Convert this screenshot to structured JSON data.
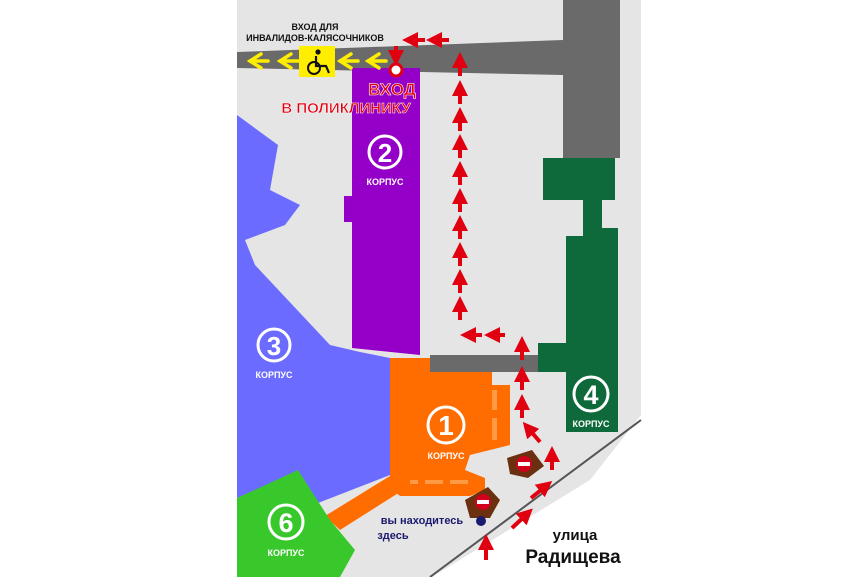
{
  "map": {
    "accessible_entrance": {
      "line1": "ВХОД ДЛЯ",
      "line2": "ИНВАЛИДОВ-КАЛЯСОЧНИКОВ",
      "icon": "wheelchair-icon"
    },
    "clinic_entrance": {
      "line1": "ВХОД",
      "line2": "В ПОЛИКЛИНИКУ"
    },
    "buildings": [
      {
        "number": "1",
        "label": "КОРПУС",
        "color": "#ff6d00"
      },
      {
        "number": "2",
        "label": "КОРПУС",
        "color": "#9500c8"
      },
      {
        "number": "3",
        "label": "КОРПУС",
        "color": "#6b6bff"
      },
      {
        "number": "4",
        "label": "КОРПУС",
        "color": "#0e6a3a"
      },
      {
        "number": "6",
        "label": "КОРПУС",
        "color": "#39c82c"
      }
    ],
    "you_are_here": {
      "line1": "вы находитесь",
      "line2": "здесь"
    },
    "street": {
      "line1": "улица",
      "line2": "Радищева"
    },
    "colors": {
      "background": "#e5e5e5",
      "corridor": "#6a6a6a",
      "route_arrow": "#e00010",
      "accessible_arrow": "#ffee00",
      "no_entry_sign": "#d0021b"
    }
  }
}
